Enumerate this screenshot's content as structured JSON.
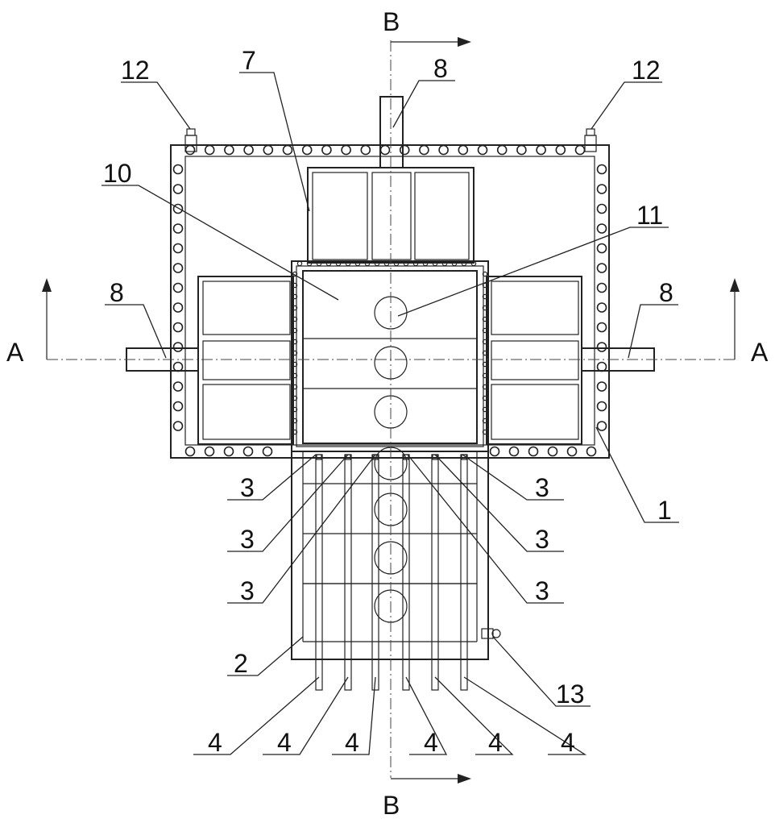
{
  "section_marks": {
    "b_top": "B",
    "b_bottom": "B",
    "a_left": "A",
    "a_right": "A"
  },
  "part_labels": {
    "p12_left": "12",
    "p12_right": "12",
    "p7": "7",
    "p8_top": "8",
    "p8_left": "8",
    "p8_right": "8",
    "p10": "10",
    "p11": "11",
    "p1": "1",
    "p2": "2",
    "p13": "13",
    "p3_a": "3",
    "p3_b": "3",
    "p3_c": "3",
    "p3_d": "3",
    "p3_e": "3",
    "p3_f": "3",
    "p4_a": "4",
    "p4_b": "4",
    "p4_c": "4",
    "p4_d": "4",
    "p4_e": "4",
    "p4_f": "4"
  }
}
